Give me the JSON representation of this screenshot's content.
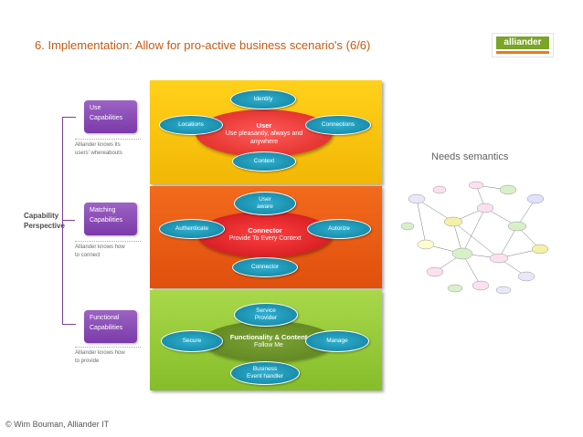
{
  "header": {
    "title": "6. Implementation: Allow for pro-active business scenario's (6/6)",
    "logo_text": "alliander"
  },
  "left": {
    "perspective": [
      "Capability",
      "Perspective"
    ],
    "levels": [
      {
        "box": [
          "Use",
          "Capabilities"
        ],
        "note": [
          "Alliander knows its",
          "users' whereabouts"
        ]
      },
      {
        "box": [
          "Matching",
          "Capabilities"
        ],
        "note": [
          "Alliander knows how",
          "to connect"
        ]
      },
      {
        "box": [
          "Functional",
          "Capabilities"
        ],
        "note": [
          "Alliander knows how",
          "to provide"
        ]
      }
    ]
  },
  "layers": {
    "user": {
      "center": [
        "User",
        "Use pleasantly, always and",
        "anywhere"
      ],
      "top": "Identity",
      "left": "Locations",
      "right": "Connections",
      "bottom": "Context"
    },
    "connector": {
      "center": [
        "Connector",
        "Provide To Every Context"
      ],
      "top": [
        "User",
        "aware"
      ],
      "left": "Authenticate",
      "right": "Autorize",
      "bottom": "Connector"
    },
    "functionality": {
      "center": [
        "Functionality & Content",
        "Follow Me"
      ],
      "top": [
        "Service",
        "Provider"
      ],
      "left": "Secure",
      "right": "Manage",
      "bottom": [
        "Business",
        "Event handler"
      ]
    }
  },
  "right": {
    "caption": "Needs semantics"
  },
  "footer": {
    "copyright": "© Wim Bouman, Alliander IT"
  },
  "colors": {
    "title": "#c55a11",
    "bracket": "#7f3f98",
    "yellow": "#f2b705",
    "orange": "#e0500d",
    "green": "#86bd2a",
    "pill": "#117f9c"
  }
}
